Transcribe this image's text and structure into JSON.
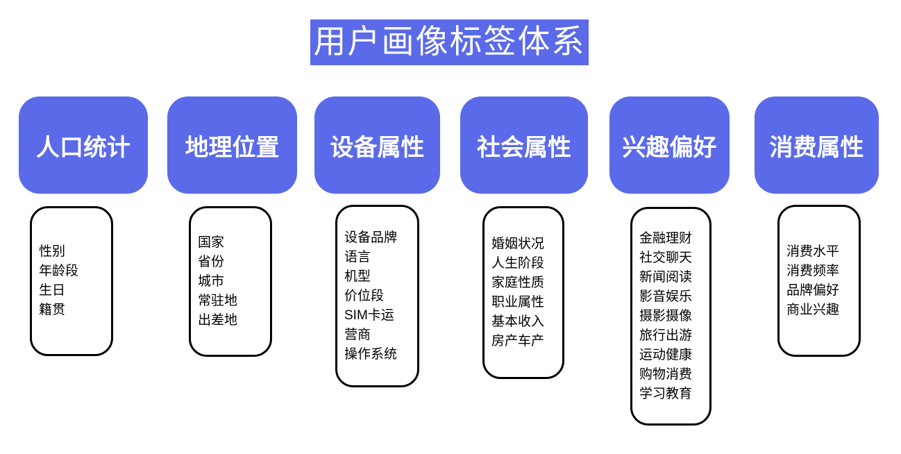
{
  "title": "用户画像标签体系",
  "colors": {
    "accent_blue": "#5a6ae8",
    "box_border": "#000000",
    "header_text": "#ffffff",
    "item_text": "#000000"
  },
  "columns": [
    {
      "id": "demographics",
      "header": "人口统计",
      "items": [
        "性别",
        "年龄段",
        "生日",
        "籍贯"
      ]
    },
    {
      "id": "geo-location",
      "header": "地理位置",
      "items": [
        "国家",
        "省份",
        "城市",
        "常驻地",
        "出差地"
      ]
    },
    {
      "id": "device-attributes",
      "header": "设备属性",
      "items": [
        "设备品牌",
        "语言",
        "机型",
        "价位段",
        "SIM卡运",
        "营商",
        "操作系统"
      ]
    },
    {
      "id": "social-attributes",
      "header": "社会属性",
      "items": [
        "婚姻状况",
        "人生阶段",
        "家庭性质",
        "职业属性",
        "基本收入",
        "房产车产"
      ]
    },
    {
      "id": "interest-preferences",
      "header": "兴趣偏好",
      "items": [
        "金融理财",
        "社交聊天",
        "新闻阅读",
        "影音娱乐",
        "摄影摄像",
        "旅行出游",
        "运动健康",
        "购物消费",
        "学习教育"
      ]
    },
    {
      "id": "consumption-attributes",
      "header": "消费属性",
      "items": [
        "消费水平",
        "消费频率",
        "品牌偏好",
        "商业兴趣"
      ]
    }
  ]
}
